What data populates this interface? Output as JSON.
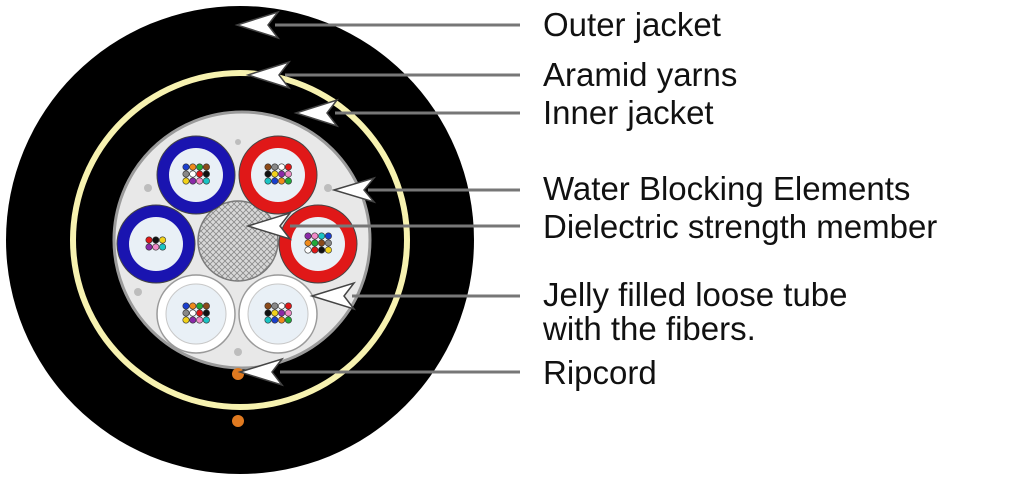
{
  "labels": {
    "outer_jacket": "Outer jacket",
    "aramid_yarns": "Aramid yarns",
    "inner_jacket": "Inner jacket",
    "water_blocking": "Water Blocking Elements",
    "strength_member": "Dielectric strength member",
    "loose_tube_line1": "Jelly filled loose tube",
    "loose_tube_line2": "with the fibers.",
    "ripcord": "Ripcord"
  },
  "colors": {
    "outer_jacket": "#000000",
    "aramid_yarns": "#f7f2b0",
    "inner_jacket": "#000000",
    "core_fill": "#e8e8e8",
    "blue_tube": "#1a14b0",
    "red_tube": "#e01818",
    "white_tube": "#ffffff",
    "tube_gel": "#e9f0f6",
    "ripcord": "#e07a20",
    "leader_line": "#777777"
  },
  "fiber_colors": [
    "#1a3fcf",
    "#f08a1a",
    "#1faa3a",
    "#8b4a1a",
    "#888888",
    "#ffffff",
    "#e01818",
    "#111111",
    "#f2d21a",
    "#8a2aa8",
    "#f08ac8",
    "#1ac4c4"
  ]
}
